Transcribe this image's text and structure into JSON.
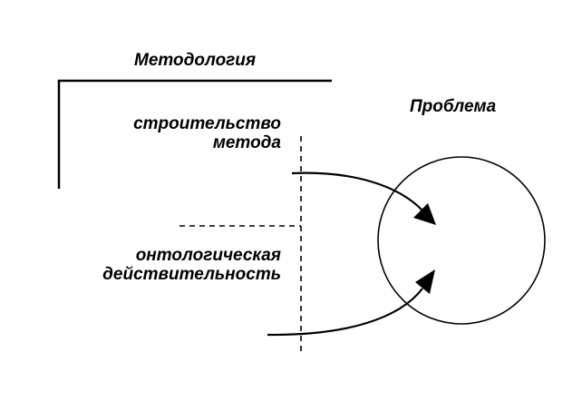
{
  "labels": {
    "methodology": "Методология",
    "problem": "Проблема",
    "method_building_line1": "строительство",
    "method_building_line2": "метода",
    "ontological_line1": "онтологическая",
    "ontological_line2": "действительность"
  }
}
